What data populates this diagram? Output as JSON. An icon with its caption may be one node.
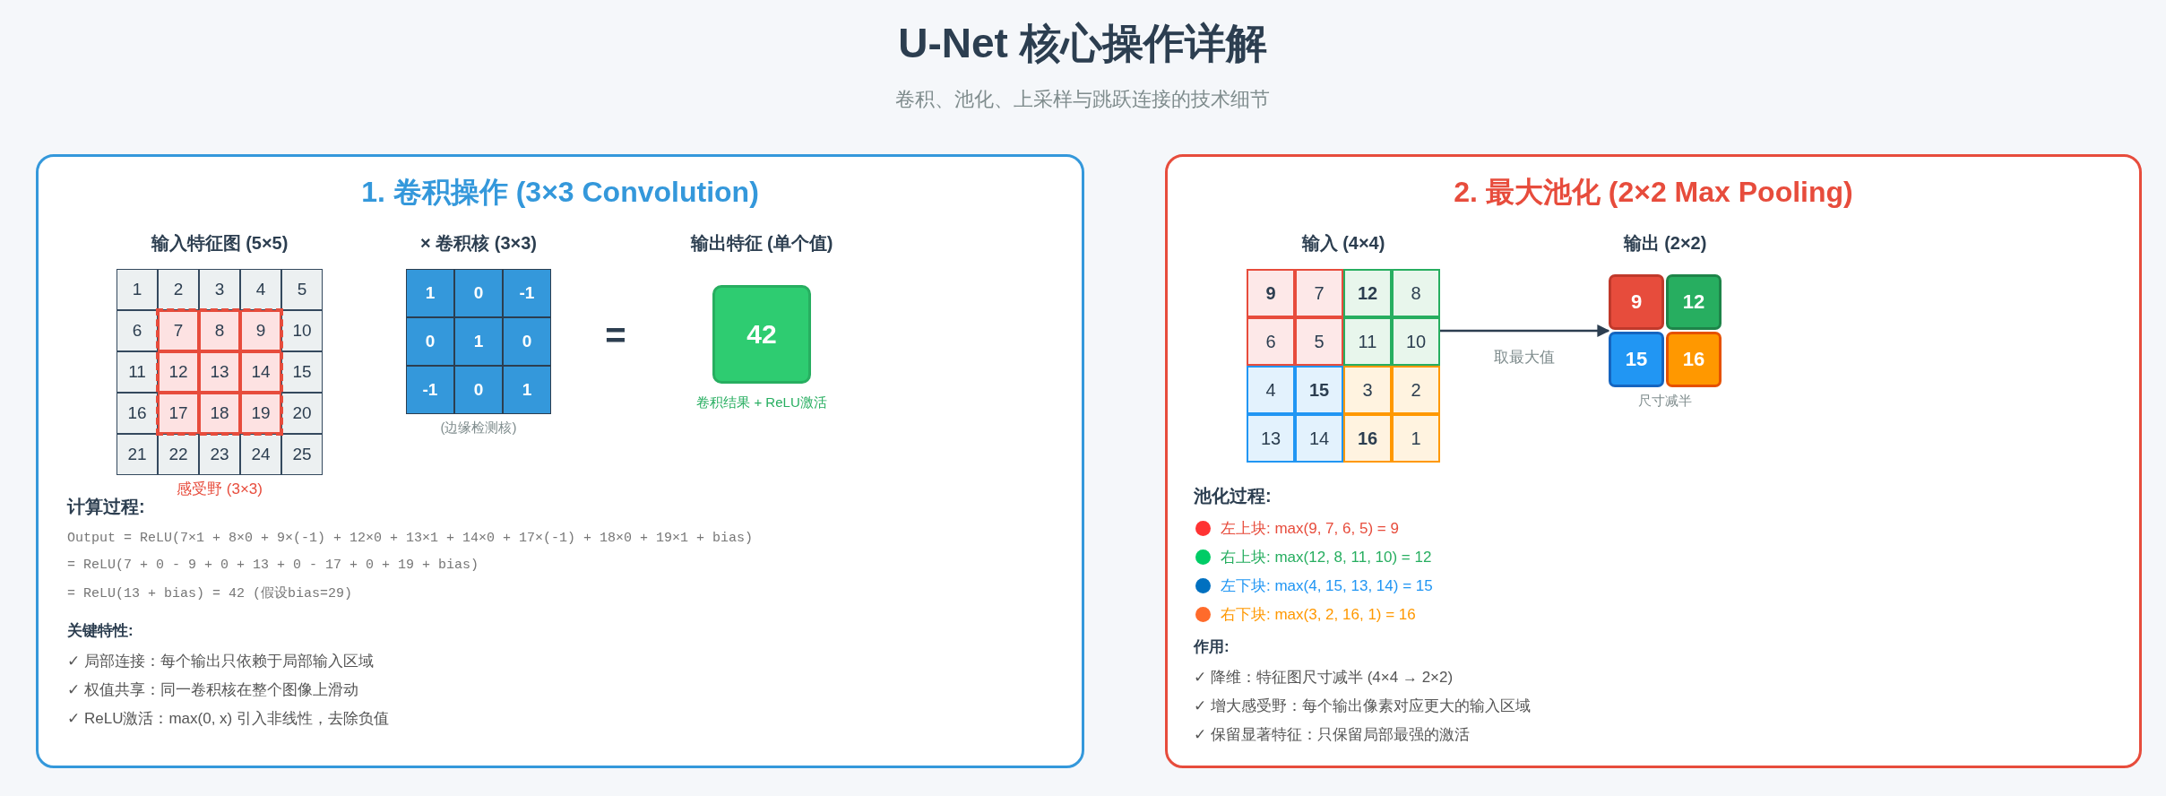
{
  "diagram": {
    "title": "U-Net 核心操作详解",
    "nodes": [
      {
        "text": [
          "1. 卷积操作 (3×3 Convolution)"
        ]
      },
      {
        "text": [
          "输入特征图 (5×5)"
        ],
        "in": 0
      },
      {
        "text": [
          "感受野 (3×3)"
        ],
        "in": 1
      },
      {
        "text": [
          "1"
        ],
        "in": 1
      },
      {
        "text": [
          "2"
        ],
        "in": 1
      },
      {
        "text": [
          "3"
        ],
        "in": 1
      },
      {
        "text": [
          "4"
        ],
        "in": 1
      },
      {
        "text": [
          "5"
        ],
        "in": 1
      },
      {
        "text": [
          "6"
        ],
        "in": 1
      },
      {
        "text": [
          "7"
        ],
        "in": 2
      },
      {
        "text": [
          "8"
        ],
        "in": 2
      },
      {
        "text": [
          "9"
        ],
        "in": 2
      },
      {
        "text": [
          "10"
        ],
        "in": 1
      },
      {
        "text": [
          "11"
        ],
        "in": 1
      },
      {
        "text": [
          "12"
        ],
        "in": 2
      },
      {
        "text": [
          "13"
        ],
        "in": 2
      },
      {
        "text": [
          "14"
        ],
        "in": 2
      },
      {
        "text": [
          "15"
        ],
        "in": 1
      },
      {
        "text": [
          "16"
        ],
        "in": 1
      },
      {
        "text": [
          "17"
        ],
        "in": 2
      },
      {
        "text": [
          "18"
        ],
        "in": 2
      },
      {
        "text": [
          "19"
        ],
        "in": 2
      },
      {
        "text": [
          "20"
        ],
        "in": 1
      },
      {
        "text": [
          "21"
        ],
        "in": 1
      },
      {
        "text": [
          "22"
        ],
        "in": 1
      },
      {
        "text": [
          "23"
        ],
        "in": 1
      },
      {
        "text": [
          "24"
        ],
        "in": 1
      },
      {
        "text": [
          "25"
        ],
        "in": 1
      },
      {
        "text": [
          "× 卷积核 (3×3)"
        ],
        "in": 0,
        "beside": [
          "(边缘检测核)"
        ]
      },
      {
        "text": [
          "1"
        ],
        "in": 28
      },
      {
        "text": [
          "0"
        ],
        "in": 28
      },
      {
        "text": [
          "-1"
        ],
        "in": 28
      },
      {
        "text": [
          "0"
        ],
        "in": 28
      },
      {
        "text": [
          "1"
        ],
        "in": 28
      },
      {
        "text": [
          "0"
        ],
        "in": 28
      },
      {
        "text": [
          "-1"
        ],
        "in": 28
      },
      {
        "text": [
          "0"
        ],
        "in": 28
      },
      {
        "text": [
          "1"
        ],
        "in": 28
      },
      {
        "text": [
          "输出特征 (单个值)",
          "42"
        ],
        "in": 0,
        "beside": [
          "卷积结果 + ReLU激活"
        ]
      },
      {
        "text": [
          "2. 最大池化 (2×2 Max Pooling)"
        ]
      },
      {
        "text": [
          "输入 (4×4)"
        ],
        "in": 39
      },
      {
        "text": [
          "9"
        ],
        "in": 40
      },
      {
        "text": [
          "7"
        ],
        "in": 40
      },
      {
        "text": [
          "12"
        ],
        "in": 40
      },
      {
        "text": [
          "8"
        ],
        "in": 40
      },
      {
        "text": [
          "6"
        ],
        "in": 40
      },
      {
        "text": [
          "5"
        ],
        "in": 40
      },
      {
        "text": [
          "11"
        ],
        "in": 40
      },
      {
        "text": [
          "10"
        ],
        "in": 40
      },
      {
        "text": [
          "4"
        ],
        "in": 40
      },
      {
        "text": [
          "15"
        ],
        "in": 40
      },
      {
        "text": [
          "3"
        ],
        "in": 40
      },
      {
        "text": [
          "2"
        ],
        "in": 40
      },
      {
        "text": [
          "13"
        ],
        "in": 40
      },
      {
        "text": [
          "14"
        ],
        "in": 40
      },
      {
        "text": [
          "16"
        ],
        "in": 40
      },
      {
        "text": [
          "1"
        ],
        "in": 40
      },
      {
        "text": [
          "输出 (2×2)"
        ],
        "in": 39,
        "beside": [
          "尺寸减半"
        ]
      },
      {
        "text": [
          "9"
        ],
        "in": 57
      },
      {
        "text": [
          "12"
        ],
        "in": 57
      },
      {
        "text": [
          "15"
        ],
        "in": 57
      },
      {
        "text": [
          "16"
        ],
        "in": 57
      }
    ],
    "edges": [
      {
        "from": 40,
        "to": 57,
        "arrow": "to",
        "label": "取最大值"
      }
    ],
    "labels": [
      "卷积、池化、上采样与跳跃连接的技术细节",
      "=",
      "计算过程:",
      "Output = ReLU(7×1 + 8×0 + 9×(-1) + 12×0 + 13×1 + 14×0 + 17×(-1) + 18×0 + 19×1 + bias)",
      "= ReLU(7 + 0 - 9 + 0 + 13 + 0 - 17 + 0 + 19 + bias)",
      "= ReLU(13 + bias) = 42 (假设bias=29)",
      "关键特性:",
      "✓ 局部连接：每个输出只依赖于局部输入区域",
      "✓ 权值共享：同一卷积核在整个图像上滑动",
      "✓ ReLU激活：max(0, x) 引入非线性，去除负值",
      "池化过程:",
      "作用:",
      "✓ 降维：特征图尺寸减半 (4×4 → 2×2)",
      "✓ 增大感受野：每个输出像素对应更大的输入区域",
      "✓ 保留显著特征：只保留局部最强的激活"
    ],
    "legend": [
      {
        "text": "左上块: max(9, 7, 6, 5) = 9",
        "color": "#ff3333"
      },
      {
        "text": "右上块: max(12, 8, 11, 10) = 12",
        "color": "#00cc66"
      },
      {
        "text": "左下块: max(4, 15, 13, 14) = 15",
        "color": "#0070c0"
      },
      {
        "text": "右下块: max(3, 2, 16, 1) = 16",
        "color": "#ff6b2b"
      }
    ]
  }
}
